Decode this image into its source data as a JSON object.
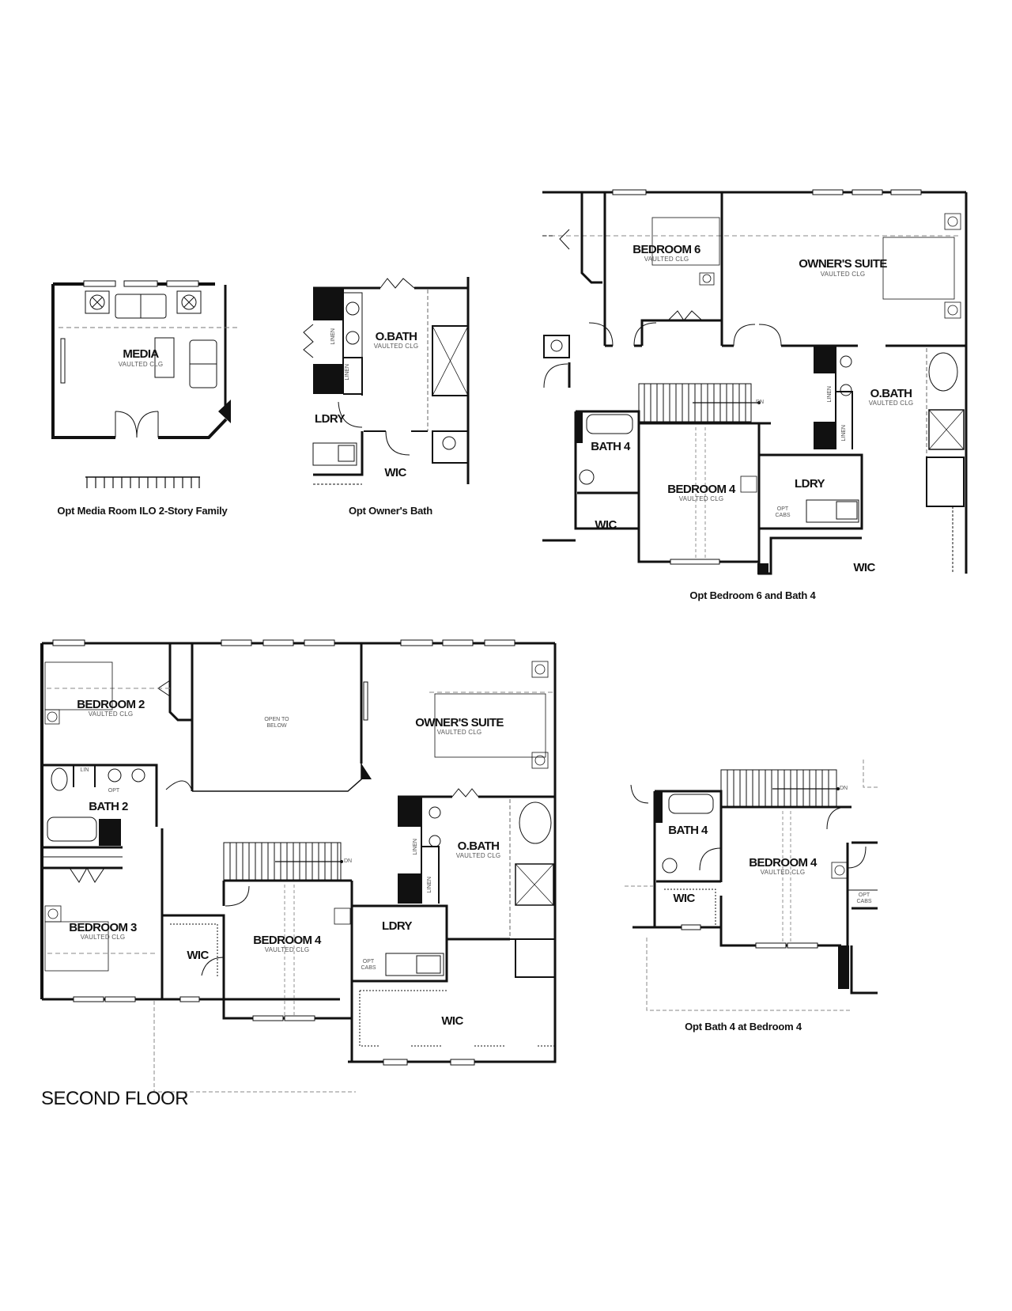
{
  "page": {
    "title": "SECOND FLOOR"
  },
  "plans": {
    "media": {
      "caption": "Opt Media Room ILO 2-Story Family",
      "rooms": {
        "media": "MEDIA",
        "media_sub": "VAULTED CLG"
      }
    },
    "owners_bath": {
      "caption": "Opt Owner's Bath",
      "rooms": {
        "obath": "O.BATH",
        "obath_sub": "VAULTED CLG",
        "linen1": "LINEN",
        "linen2": "LINEN",
        "ldry": "LDRY",
        "wic": "WIC"
      }
    },
    "bedroom6": {
      "caption": "Opt Bedroom 6 and Bath 4",
      "rooms": {
        "bedroom6": "BEDROOM 6",
        "bedroom6_sub": "VAULTED CLG",
        "owners_suite": "OWNER'S SUITE",
        "owners_suite_sub": "VAULTED CLG",
        "obath": "O.BATH",
        "obath_sub": "VAULTED CLG",
        "linen1": "LINEN",
        "linen2": "LINEN",
        "bath4": "BATH 4",
        "bedroom4": "BEDROOM 4",
        "bedroom4_sub": "VAULTED CLG",
        "ldry": "LDRY",
        "opt_cabs": "OPT CABS",
        "wic1": "WIC",
        "wic2": "WIC",
        "dn": "DN"
      }
    },
    "second_floor": {
      "rooms": {
        "bedroom2": "BEDROOM 2",
        "bedroom2_sub": "VAULTED CLG",
        "open_below": "OPEN TO BELOW",
        "owners_suite": "OWNER'S SUITE",
        "owners_suite_sub": "VAULTED CLG",
        "lin": "LIN",
        "opt": "OPT",
        "bath2": "BATH 2",
        "obath": "O.BATH",
        "obath_sub": "VAULTED CLG",
        "linen1": "LINEN",
        "linen2": "LINEN",
        "bedroom3": "BEDROOM 3",
        "bedroom3_sub": "VAULTED CLG",
        "wic1": "WIC",
        "bedroom4": "BEDROOM 4",
        "bedroom4_sub": "VAULTED CLG",
        "ldry": "LDRY",
        "opt_cabs": "OPT CABS",
        "wic2": "WIC",
        "dn": "DN"
      }
    },
    "bath4_bedroom4": {
      "caption": "Opt Bath 4 at Bedroom 4",
      "rooms": {
        "bath4": "BATH 4",
        "bedroom4": "BEDROOM 4",
        "bedroom4_sub": "VAULTED CLG",
        "wic": "WIC",
        "opt_cabs": "OPT CABS",
        "dn": "DN"
      }
    }
  }
}
